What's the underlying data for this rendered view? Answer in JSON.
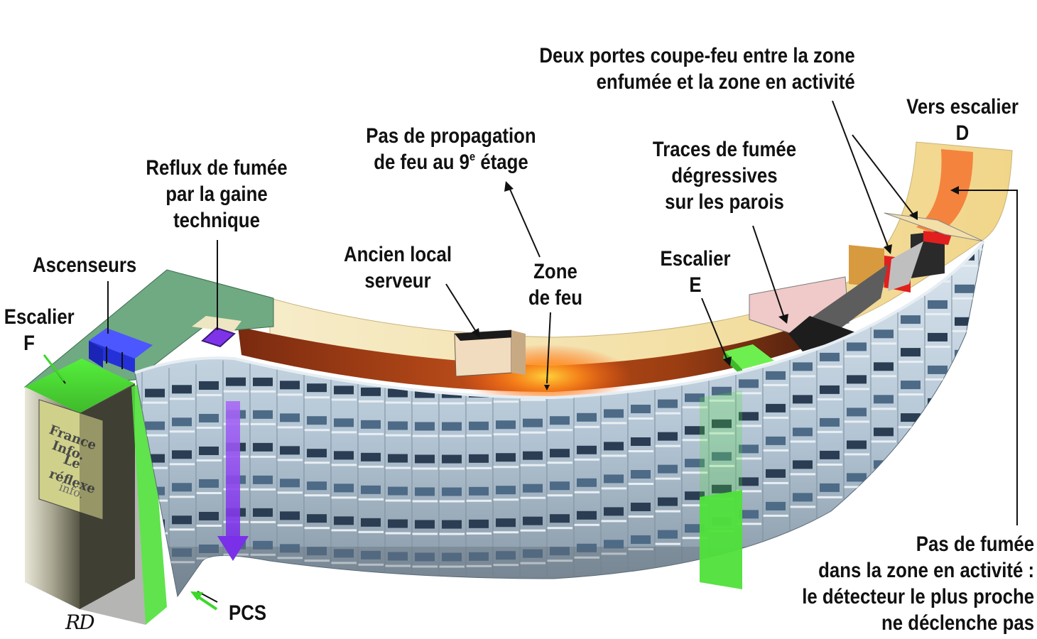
{
  "labels": {
    "escalier_f": [
      "Escalier",
      "F"
    ],
    "ascenseurs": "Ascenseurs",
    "reflux": [
      "Reflux de fumée",
      "par la gaine",
      "technique"
    ],
    "propagation": {
      "line1": "Pas de propagation",
      "line2_pre": "de feu au 9",
      "line2_sup": "e",
      "line2_post": " étage"
    },
    "ancien_local": [
      "Ancien local",
      "serveur"
    ],
    "zone_feu": [
      "Zone",
      "de feu"
    ],
    "escalier_e": [
      "Escalier",
      "E"
    ],
    "traces": [
      "Traces de fumée",
      "dégressives",
      "sur les parois"
    ],
    "portes": [
      "Deux portes coupe-feu entre la zone",
      "enfumée et la zone en activité"
    ],
    "vers_escalier": [
      "Vers escalier",
      "D"
    ],
    "pas_fumee": [
      "Pas de fumée",
      "dans la zone en activité :",
      "le détecteur le plus proche",
      "ne déclenche pas"
    ],
    "pcs": "PCS"
  },
  "sign_text": [
    "France",
    "Info.",
    "Le",
    "réflexe",
    "info."
  ],
  "signature": "RD",
  "colors": {
    "facade": "#b9cad8",
    "stair_green": "#4ee33a",
    "smoke_purple": "#8b3ff0",
    "elevator_blue": "#2b35e8",
    "fire": "#f08a1c",
    "roof_green": "#6faa82"
  }
}
